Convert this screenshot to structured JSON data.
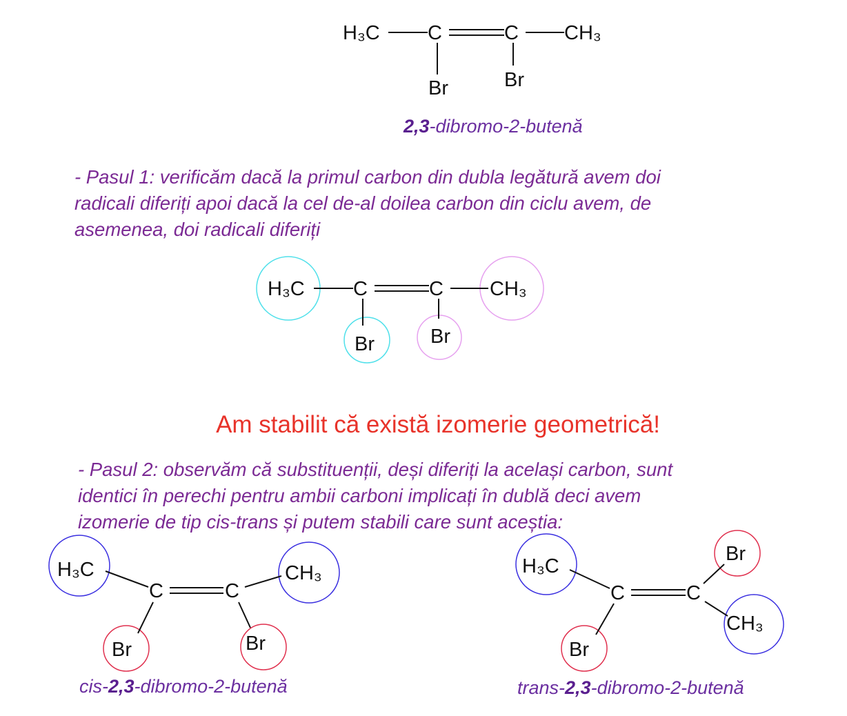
{
  "molecule": {
    "h3c": "H₃C",
    "c": "C",
    "ch3": "CH₃",
    "br": "Br"
  },
  "caption_main": {
    "num": "2,3",
    "rest": "-dibromo-2-butenă"
  },
  "step1": [
    "- Pasul 1: verificăm dacă la primul carbon din dubla legătură avem doi",
    "radicali diferiți apoi dacă la cel de-al doilea carbon din ciclu avem, de",
    "asemenea, doi radicali diferiți"
  ],
  "conclusion": "Am stabilit că există izomerie geometrică!",
  "step2": [
    "- Pasul 2: observăm că substituenții, deși diferiți la același carbon, sunt",
    "identici în perechi pentru ambii carboni implicați în dublă deci avem",
    "izomerie de tip cis-trans și putem stabili care sunt aceștia:"
  ],
  "cis_caption": {
    "prefix": "cis-",
    "num": "2,3",
    "rest": "-dibromo-2-butenă"
  },
  "trans_caption": {
    "prefix": "trans-",
    "num": "2,3",
    "rest": "-dibromo-2-butenă"
  },
  "colors": {
    "cyan": "#4fe0ea",
    "pink": "#e6a0ef",
    "blue": "#3a2fe0",
    "red": "#e0304e"
  }
}
